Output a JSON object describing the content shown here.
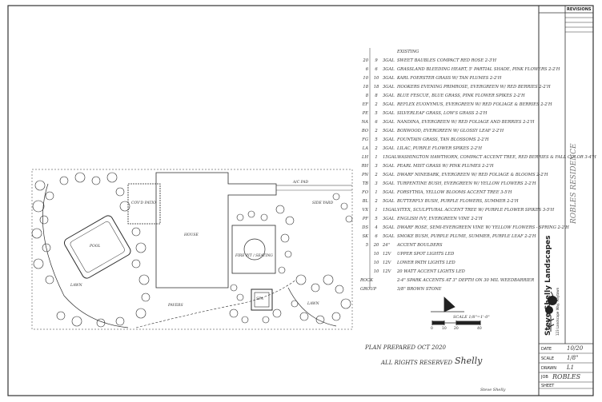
{
  "plant_list": [
    {
      "qty": "",
      "sym": "",
      "size": "",
      "name": "EXISTING"
    },
    {
      "qty": "20",
      "sym": "9",
      "size": "3GAL",
      "name": "SWEET BAUBLES COMPACT RED ROSE 2-3'H"
    },
    {
      "qty": "6",
      "sym": "6",
      "size": "3GAL",
      "name": "GRASSLAND BLEEDING HEART, 5' PARTIAL SHADE, PINK FLOWERS 2-2'H"
    },
    {
      "qty": "10",
      "sym": "10",
      "size": "3GAL",
      "name": "KARL FOERSTER GRASS W/ TAN PLUMES 2-2'H"
    },
    {
      "qty": "18",
      "sym": "18",
      "size": "3GAL",
      "name": "HOOKERS EVENING PRIMROSE, EVERGREEN W/ RED BERRIES 2-2'H"
    },
    {
      "qty": "8",
      "sym": "8",
      "size": "3GAL",
      "name": "BLUE FESCUE, BLUE GRASS, PINK FLOWER SPIKES 2-2'H"
    },
    {
      "qty": "EF",
      "sym": "2",
      "size": "5GAL",
      "name": "REFLEX EUONYMUS, EVERGREEN W/ RED FOLIAGE & BERRIES 2-2'H"
    },
    {
      "qty": "PE",
      "sym": "5",
      "size": "5GAL",
      "name": "SILVERLEAF GRASS, LOW'S GRASS 2-2'H"
    },
    {
      "qty": "NA",
      "sym": "6",
      "size": "3GAL",
      "name": "NANDINA, EVERGREEN W/ RED FOLIAGE AND BERRIES 2-2'H"
    },
    {
      "qty": "BO",
      "sym": "2",
      "size": "5GAL",
      "name": "BOXWOOD, EVERGREEN W/ GLOSSY LEAF 2-2'H"
    },
    {
      "qty": "FG",
      "sym": "5",
      "size": "3GAL",
      "name": "FOUNTAIN GRASS, TAN BLOSSOMS 2-2'H"
    },
    {
      "qty": "LA",
      "sym": "2",
      "size": "3GAL",
      "name": "LILAC, PURPLE FLOWER SPIKES 2-2'H"
    },
    {
      "qty": "LH",
      "sym": "1",
      "size": "15GAL",
      "name": "WASHINGTON HAWTHORN, COMPACT ACCENT TREE, RED BERRIES & FALL COLOR 3-4'H"
    },
    {
      "qty": "RH",
      "sym": "3",
      "size": "5GAL",
      "name": "PEARL MIST GRASS W/ PINK PLUMES 2-2'H"
    },
    {
      "qty": "PN",
      "sym": "2",
      "size": "5GAL",
      "name": "DWARF NINEBARK, EVERGREEN W/ RED FOLIAGE & BLOOMS 2-2'H"
    },
    {
      "qty": "TB",
      "sym": "3",
      "size": "5GAL",
      "name": "TURPENTINE BUSH, EVERGREEN W/ YELLOW FLOWERS 2-2'H"
    },
    {
      "qty": "FO",
      "sym": "1",
      "size": "5GAL",
      "name": "FORSYTHIA, YELLOW BLOOMS ACCENT TREE 3-5'H"
    },
    {
      "qty": "BL",
      "sym": "2",
      "size": "5GAL",
      "name": "BUTTERFLY BUSH, PURPLE FLOWERS, SUMMER 2-2'H"
    },
    {
      "qty": "VX",
      "sym": "1",
      "size": "15GAL",
      "name": "VITEX, SCULPTURAL ACCENT TREE W/ PURPLE FLOWER SPIKES 3-5'H"
    },
    {
      "qty": "PF",
      "sym": "5",
      "size": "3GAL",
      "name": "ENGLISH IVY, EVERGREEN VINE 2-2'H"
    },
    {
      "qty": "DS",
      "sym": "4",
      "size": "5GAL",
      "name": "DWARF ROSE, SEMI-EVERGREEN VINE W/ YELLOW FLOWERS - SPRING 2-2'H"
    },
    {
      "qty": "SK",
      "sym": "6",
      "size": "5GAL",
      "name": "SMOKE BUSH, PURPLE PLUME, SUMMER, PURPLE LEAF 2-2'H"
    },
    {
      "qty": "5",
      "sym": "20",
      "size": "24\"",
      "name": "ACCENT BOULDERS"
    },
    {
      "qty": "",
      "sym": "10",
      "size": "12V",
      "name": "UPPER SPOT LIGHTS LED"
    },
    {
      "qty": "",
      "sym": "10",
      "size": "12V",
      "name": "LOWER PATH LIGHTS LED"
    },
    {
      "qty": "",
      "sym": "10",
      "size": "12V",
      "name": "20 WATT ACCENT LIGHTS LED"
    },
    {
      "qty": "ROCK",
      "sym": "",
      "size": "",
      "name": "2-4\" SPARK ACCENTS AT 3\" DEPTH ON 30 MIL WEEDBARRIER"
    },
    {
      "qty": "GROUP",
      "sym": "",
      "size": "",
      "name": "3/8\" BROWN STONE"
    }
  ],
  "plan_labels": {
    "pool": "POOL",
    "house": "HOUSE",
    "covered_patio": "COV'D PATIO",
    "lawn_left": "LAWN",
    "lawn_right": "LAWN",
    "fire_pit": "FIRE PIT / SEATING",
    "spa": "SPA",
    "ac_pad": "A/C PAD",
    "side_yard": "SIDE YARD",
    "pavers": "PAVERS"
  },
  "scale": {
    "label": "SCALE 1/8\"=1'-0\"",
    "ticks": [
      "0",
      "10",
      "20",
      "40"
    ]
  },
  "notes": {
    "plan_prepared": "PLAN PREPARED OCT 2020",
    "rights": "ALL RIGHTS RESERVED",
    "signature": "Shelly",
    "drawn_by": "Steve Shelly"
  },
  "title_block": {
    "revisions": "REVISIONS",
    "company": "Steve Shelly Landscapes",
    "address": "123 Landscape Way, Anytown",
    "client": "ROBLES",
    "date": "10/20",
    "scale": "1/8\"",
    "sheet": "L1",
    "labels": [
      "DATE",
      "SCALE",
      "DRAWN",
      "JOB",
      "SHEET"
    ],
    "project_handwriting": "ROBLES RESIDENCE"
  },
  "colors": {
    "ink": "#2a2a2a",
    "paper": "#ffffff",
    "border": "#333333"
  }
}
